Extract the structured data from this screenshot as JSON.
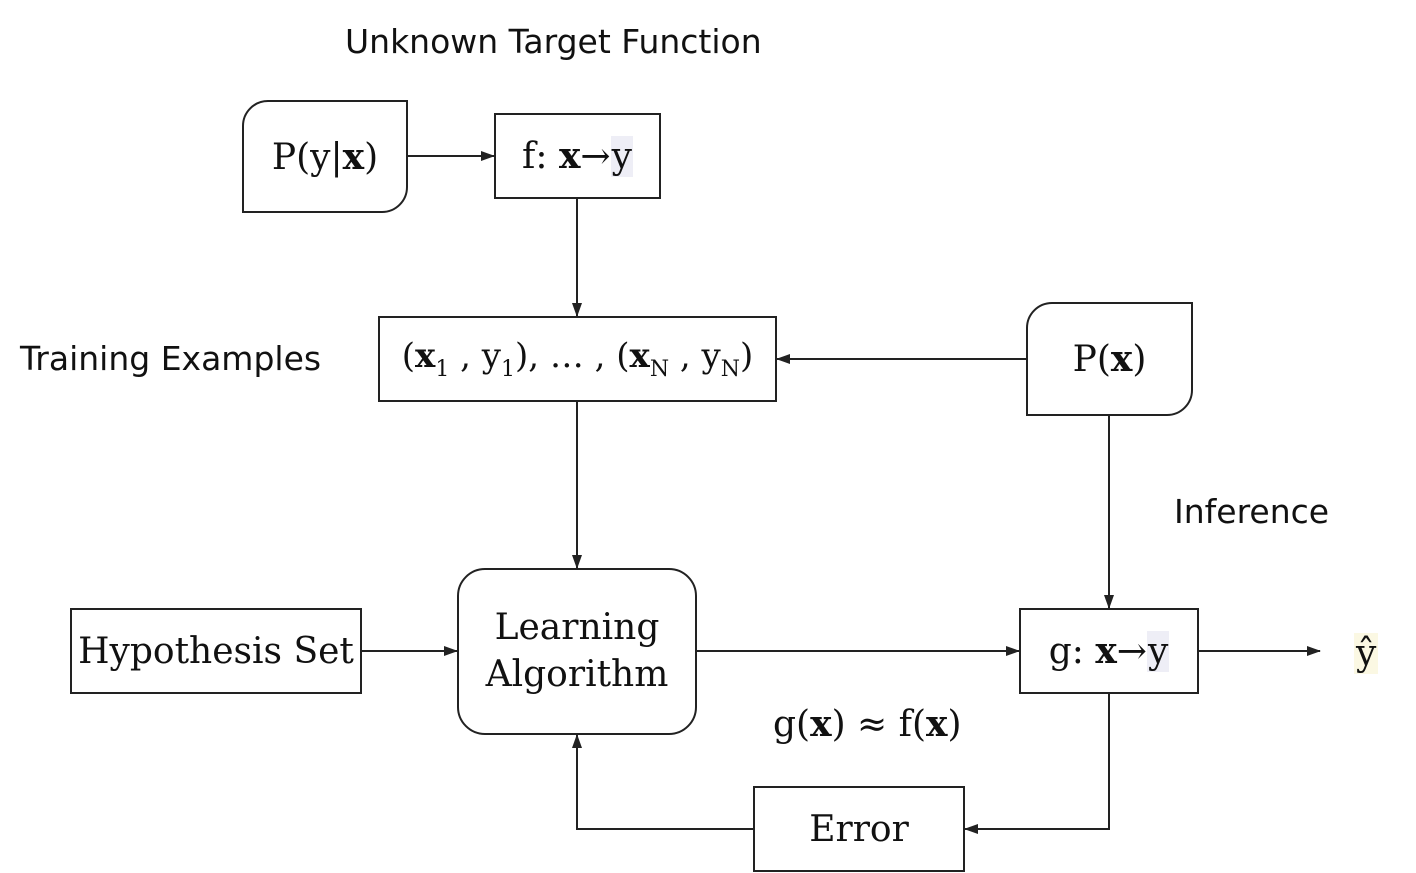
{
  "labels": {
    "unknown_target": "Unknown Target Function",
    "training_examples": "Training Examples",
    "inference": "Inference"
  },
  "nodes": {
    "p_y_given_x": {
      "prefix": "P(y|",
      "bold": "x",
      "suffix": ")"
    },
    "target_function": {
      "prefix": "f: ",
      "bold": "x",
      "arrow": "→",
      "output": "y"
    },
    "training_examples": {
      "open1": "(",
      "x1": "x",
      "x1_sub": "1",
      "sep1": " , y",
      "y1_sub": "1",
      "mid": "), … , (",
      "xN": "x",
      "xN_sub": "N",
      "sep2": " , y",
      "yN_sub": "N",
      "close": ")"
    },
    "p_x": {
      "prefix": "P(",
      "bold": "x",
      "suffix": ")"
    },
    "hypothesis_set": "Hypothesis Set",
    "learning_algorithm": {
      "line1": "Learning",
      "line2": "Algorithm"
    },
    "final_hypothesis": {
      "prefix": "g: ",
      "bold": "x",
      "arrow": "→",
      "output": "y"
    },
    "error": "Error",
    "approximation": {
      "g_open": "g(",
      "g_x": "x",
      "mid": ") ≈ f(",
      "f_x": "x",
      "close": ")"
    },
    "prediction": "ŷ"
  },
  "colors": {
    "stroke": "#222222",
    "text": "#111111",
    "highlight_y": "#eeeef6",
    "highlight_yhat": "#fbf8e3"
  }
}
